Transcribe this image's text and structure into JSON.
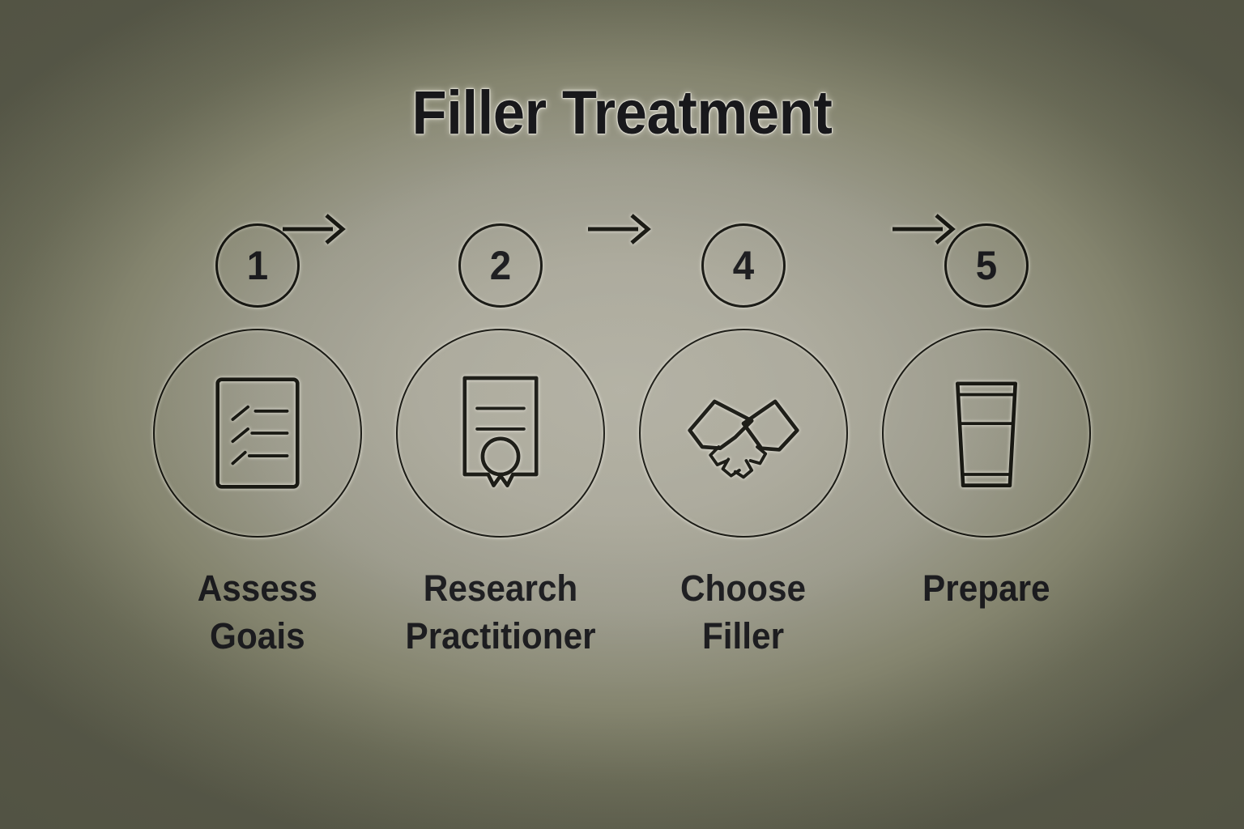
{
  "poster": {
    "title": "Filler Treatment",
    "background": {
      "center_color": "#aba99a",
      "edge_color": "#585949",
      "type": "radial-gradient"
    },
    "line_color": "#15150f",
    "glow_color": "#eceadf"
  },
  "steps": [
    {
      "number": "1",
      "icon": "checklist-document-icon",
      "caption_lines": [
        "Assess",
        "Goais"
      ]
    },
    {
      "number": "2",
      "icon": "certificate-seal-icon",
      "caption_lines": [
        "Research",
        "Practitioner"
      ]
    },
    {
      "number": "4",
      "icon": "handshake-icon",
      "caption_lines": [
        "Choose",
        "Filler"
      ]
    },
    {
      "number": "5",
      "icon": "water-glass-icon",
      "caption_lines": [
        "Prepare"
      ]
    }
  ],
  "connectors": [
    {
      "name": "arrow-right-icon"
    },
    {
      "name": "arrow-right-icon"
    },
    {
      "name": "arrow-right-icon"
    }
  ]
}
